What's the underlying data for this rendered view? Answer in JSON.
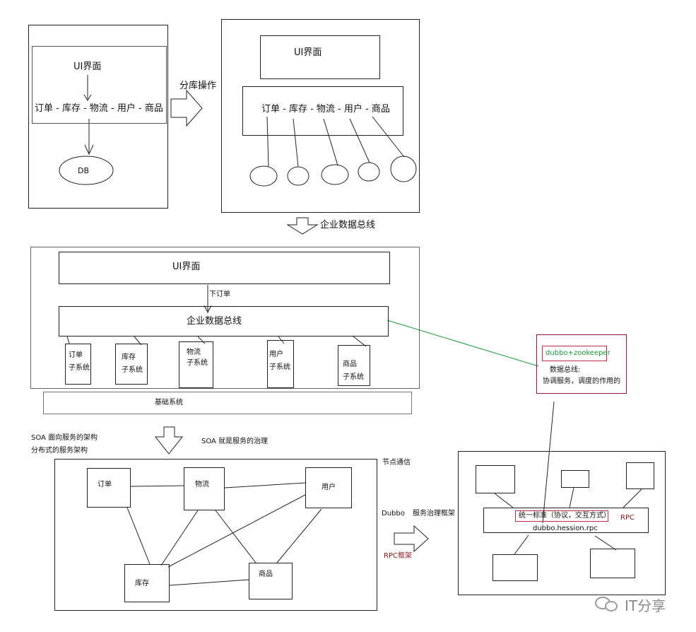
{
  "panel1": {
    "ui": "UI界面",
    "chain": "订单 - 库存 - 物流 - 用户 - 商品",
    "db": "DB"
  },
  "arrow1_label": "分库操作",
  "panel2": {
    "ui": "UI界面",
    "chain": "订单 - 库存 - 物流 - 用户 - 商品"
  },
  "arrow2_label": "企业数据总线",
  "panel3": {
    "ui": "UI界面",
    "order_label": "下订单",
    "bus": "企业数据总线",
    "subsystems": [
      {
        "line1": "订单",
        "line2": "子系统"
      },
      {
        "line1": "库存",
        "line2": "子系统"
      },
      {
        "line1": "物流",
        "line2": "子系统"
      },
      {
        "line1": "用户",
        "line2": "子系统"
      },
      {
        "line1": "商品",
        "line2": "子系统"
      }
    ],
    "base": "基础系统"
  },
  "callout": {
    "title": "dubbo+zookeeper",
    "line1": "数据总线:",
    "line2": "协调服务，调度的作用的"
  },
  "soa": {
    "line1": "SOA 面向服务的架构",
    "line2": "分布式的服务架构",
    "governance": "SOA 就是服务的治理"
  },
  "panel4": {
    "nodes": [
      "订单",
      "物流",
      "用户",
      "库存",
      "商品"
    ]
  },
  "node_comm": "节点通信",
  "dubbo": "Dubbo",
  "framework": "服务治理框架",
  "rpc_framework": "RPC框架",
  "panel5": {
    "standard": "统一标准（协议，交互方式）",
    "sub": "dubbo.hession.rpc",
    "rpc": "RPC"
  },
  "watermark": "IT分享",
  "colors": {
    "green": "#1a9a3a",
    "red": "#8b1a1a"
  }
}
